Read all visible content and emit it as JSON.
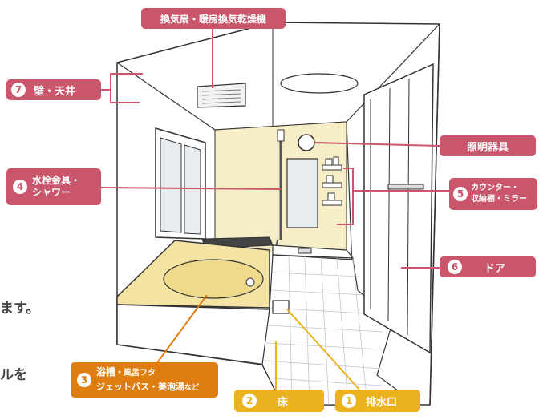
{
  "labels": {
    "fan": "換気扇・暖房換気乾燥機",
    "wall": {
      "num": "7",
      "text": "壁・天井"
    },
    "light": "照明器具",
    "faucet": {
      "num": "4",
      "line1": "水栓金具・",
      "line2": "シャワー"
    },
    "counter": {
      "num": "5",
      "line1": "カウンター・",
      "line2": "収納棚・ミラー"
    },
    "door": {
      "num": "6",
      "text": "ドア"
    },
    "tub": {
      "num": "3",
      "line1a": "浴槽",
      "line1b": "・風呂フタ",
      "line2a": "ジェットバス・美泡湯",
      "line2b": "など"
    },
    "floor": {
      "num": "2",
      "text": "床"
    },
    "drain": {
      "num": "1",
      "text": "排水口"
    }
  },
  "cut_text": {
    "line1": "ます。",
    "line2": "ルを"
  },
  "colors": {
    "pink": "#c9566a",
    "orange": "#e07d10",
    "yellow": "#eab21c",
    "wall_yellow": "#f7edc6",
    "outline": "#333333"
  }
}
